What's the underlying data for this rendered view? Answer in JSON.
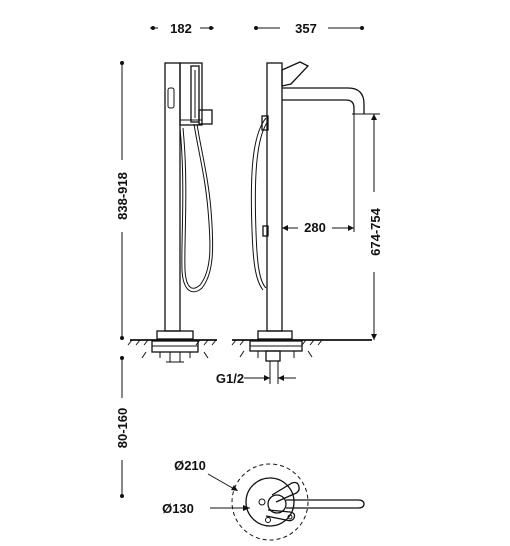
{
  "dimensions": {
    "width_front": "182",
    "width_side": "357",
    "height_total": "838-918",
    "spout_reach": "280",
    "spout_height": "674-754",
    "connection": "G1/2",
    "installation_depth": "80-160",
    "outer_diameter": "Ø210",
    "inner_diameter": "Ø130"
  }
}
